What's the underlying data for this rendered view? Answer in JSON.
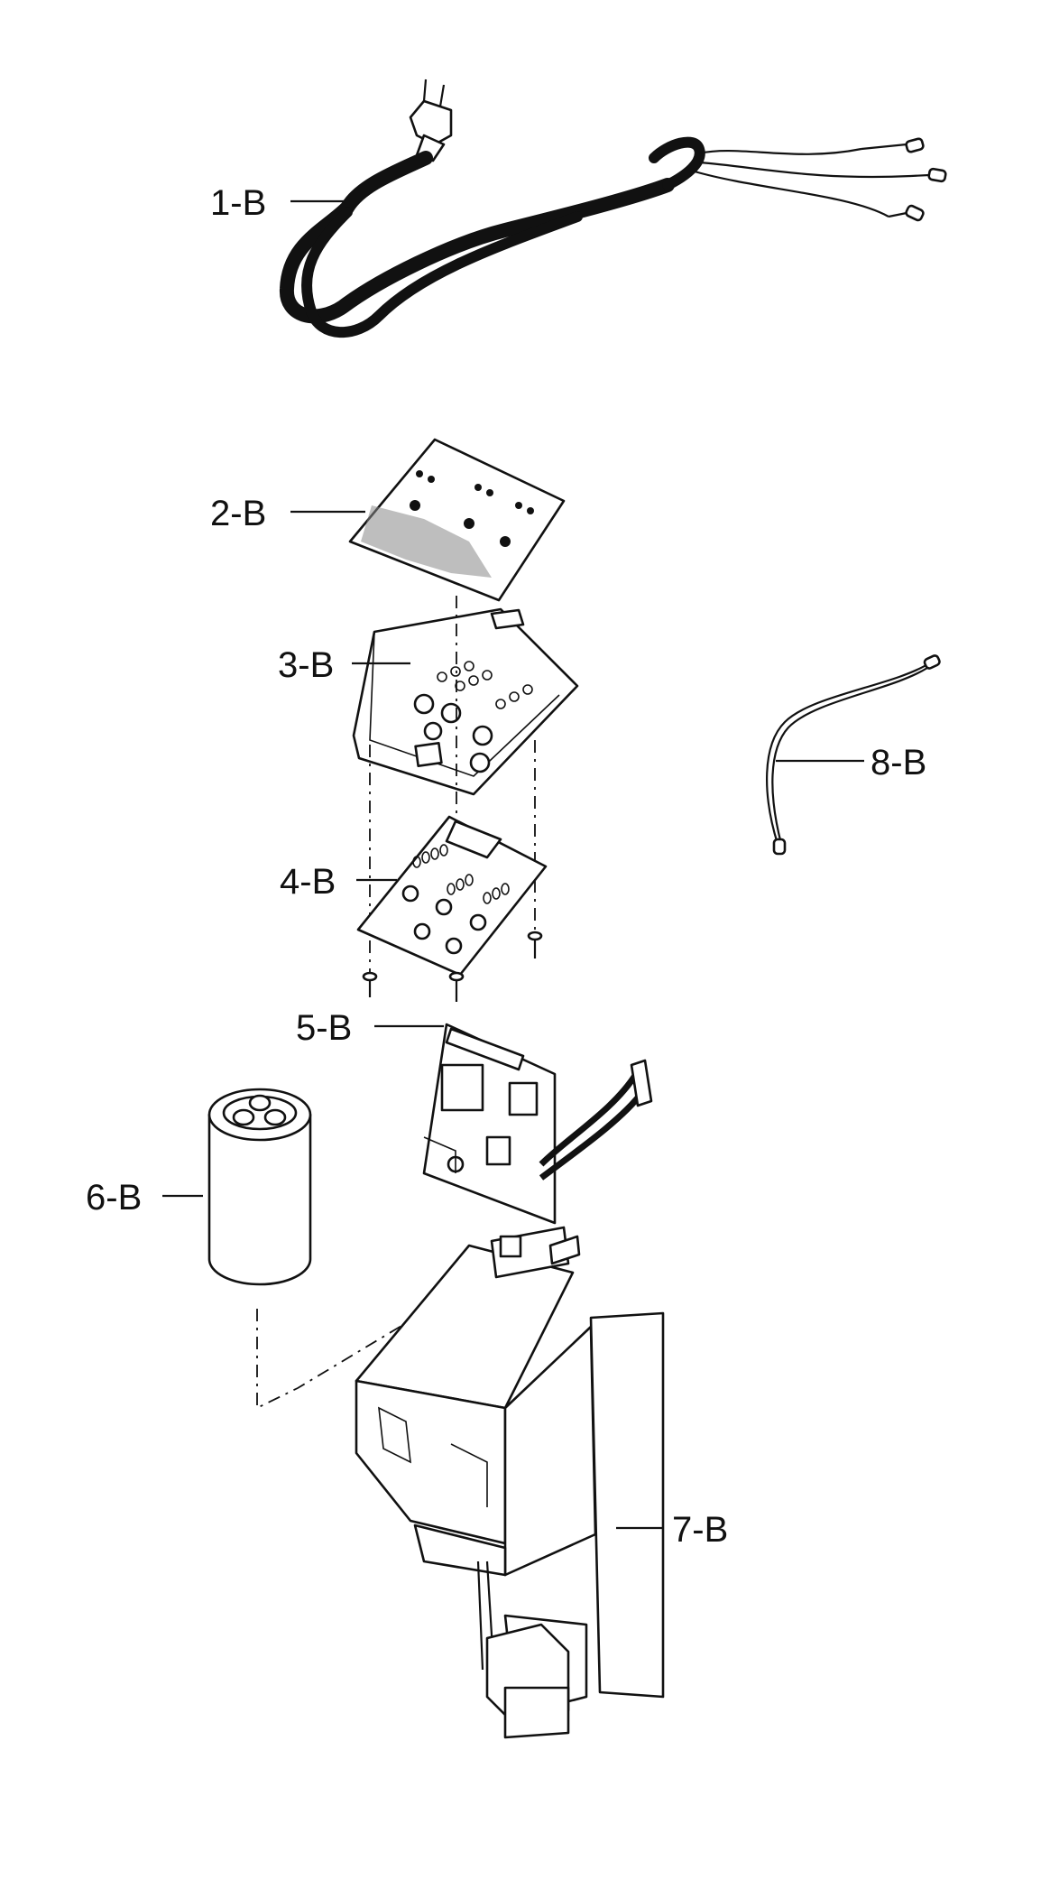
{
  "labels": {
    "l1": "1-B",
    "l2": "2-B",
    "l3": "3-B",
    "l4": "4-B",
    "l5": "5-B",
    "l6": "6-B",
    "l7": "7-B",
    "l8": "8-B"
  }
}
